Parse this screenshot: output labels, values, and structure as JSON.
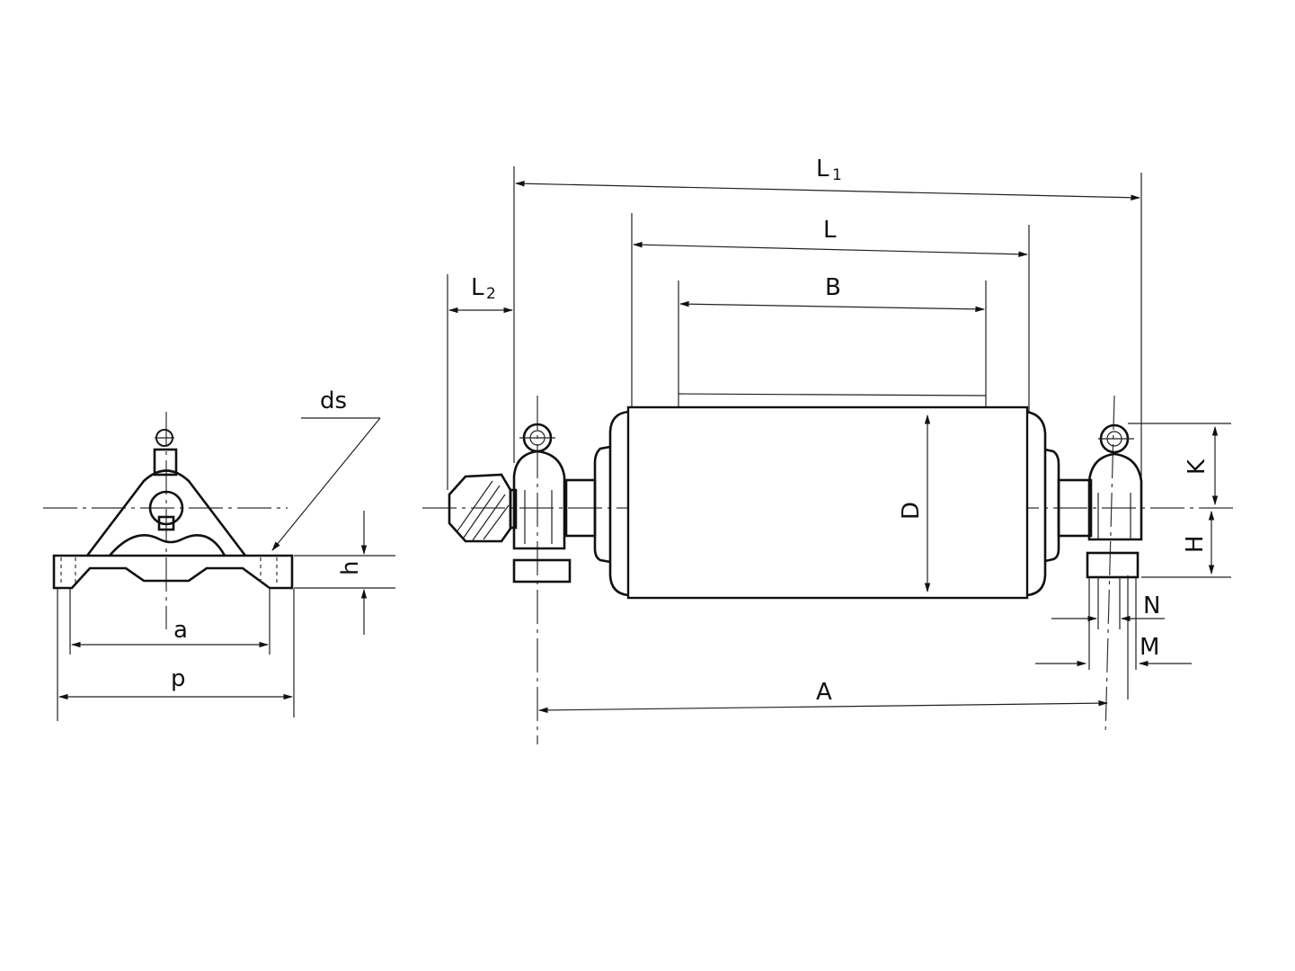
{
  "labels": {
    "L1": "L",
    "L1_sub": "1",
    "L": "L",
    "B": "B",
    "L2": "L",
    "L2_sub": "2",
    "ds": "ds",
    "D": "D",
    "K": "K",
    "H": "H",
    "h": "h",
    "a": "a",
    "p": "p",
    "N": "N",
    "M": "M",
    "A": "A"
  }
}
